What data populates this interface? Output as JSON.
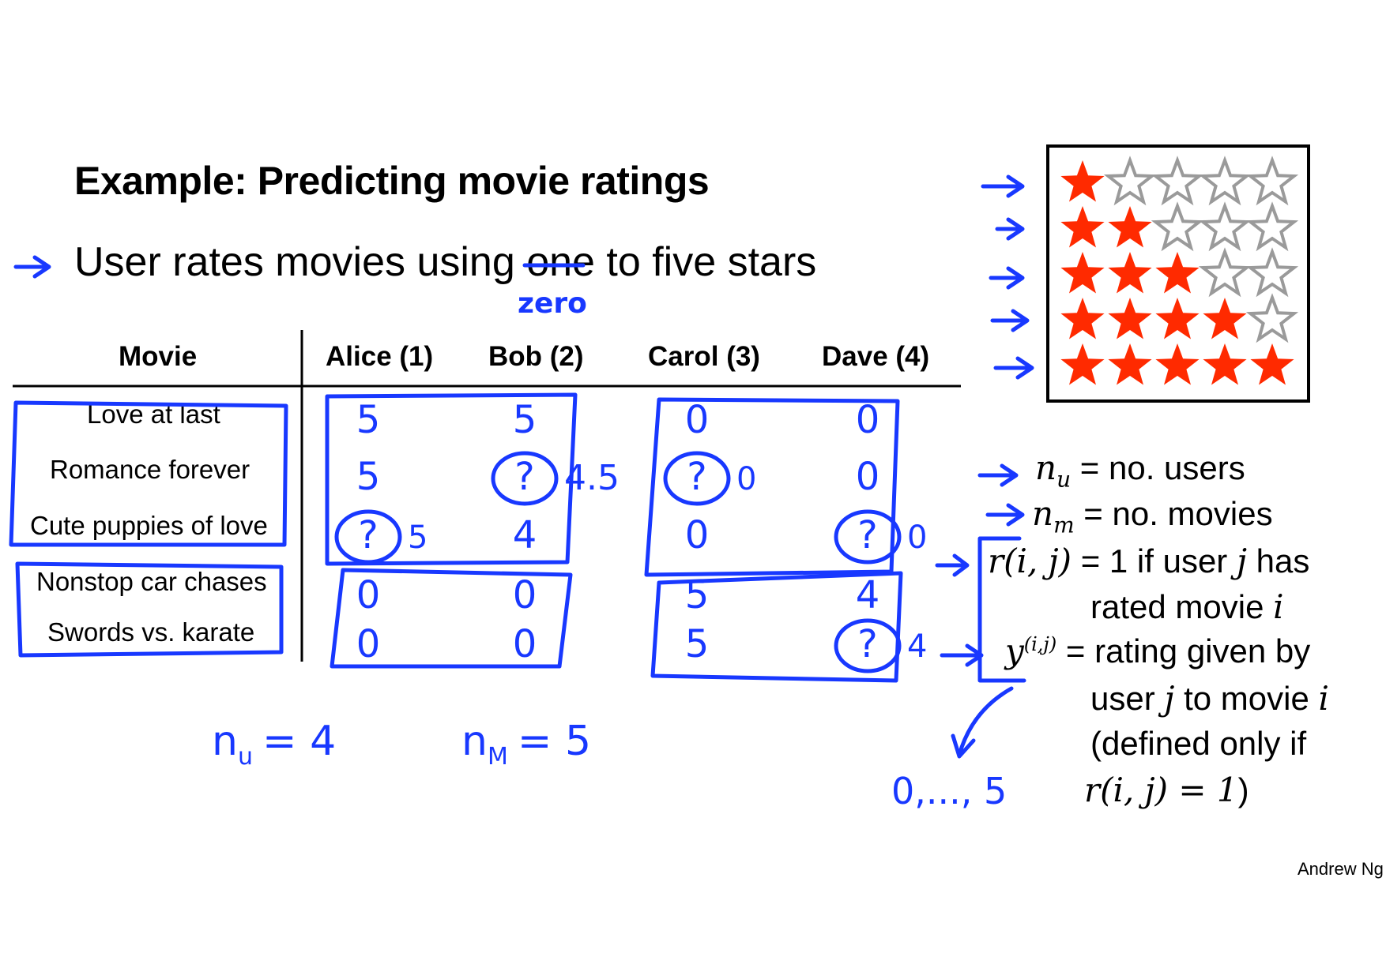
{
  "title": "Example: Predicting movie ratings",
  "bullet": {
    "before": "User rates movies using ",
    "struck": "one",
    "after": " to five stars",
    "annotation": "zero"
  },
  "table": {
    "headers": [
      "Movie",
      "Alice (1)",
      "Bob (2)",
      "Carol (3)",
      "Dave (4)"
    ],
    "movies": [
      "Love at last",
      "Romance forever",
      "Cute puppies of love",
      "Nonstop car chases",
      "Swords vs. karate"
    ],
    "ratings": [
      [
        "5",
        "5",
        "0",
        "0"
      ],
      [
        "5",
        "?",
        "?",
        "0"
      ],
      [
        "?",
        "4",
        "0",
        "?"
      ],
      [
        "0",
        "0",
        "5",
        "4"
      ],
      [
        "0",
        "0",
        "5",
        "?"
      ]
    ],
    "predictions": [
      {
        "row": 1,
        "col": 1,
        "value": "4.5"
      },
      {
        "row": 1,
        "col": 2,
        "value": "0"
      },
      {
        "row": 2,
        "col": 0,
        "value": "5"
      },
      {
        "row": 2,
        "col": 3,
        "value": "0"
      },
      {
        "row": 4,
        "col": 3,
        "value": "4"
      }
    ]
  },
  "handwritten": {
    "nu": "n",
    "nu_sub": "u",
    "nu_eq": "= 4",
    "nm": "n",
    "nm_sub": "M",
    "nm_eq": "= 5",
    "range": "0,..., 5"
  },
  "star_ratings": [
    1,
    2,
    3,
    4,
    5
  ],
  "star_max": 5,
  "colors": {
    "ink": "#1838ff",
    "star_filled": "#ff2a00",
    "star_empty": "#9a9a9a"
  },
  "definitions": {
    "nu_sym": "n",
    "nu_sub": "u",
    "nu_text": "= no. users",
    "nm_sym": "n",
    "nm_sub": "m",
    "nm_text": "= no. movies",
    "r_sym": "r(i, j)",
    "r_text_1": "= 1 if user",
    "r_j": "j",
    "r_text_2": "has",
    "r_text_3": "rated movie",
    "r_i": "i",
    "y_sym": "y",
    "y_sup": "(i,j)",
    "y_text_1": "= rating given by",
    "y_text_2": "user",
    "y_j": "j",
    "y_text_3": "to movie",
    "y_i": "i",
    "y_text_4": "(defined only if",
    "y_cond": "r(i, j) = 1",
    "y_close": ")"
  },
  "author": "Andrew Ng"
}
